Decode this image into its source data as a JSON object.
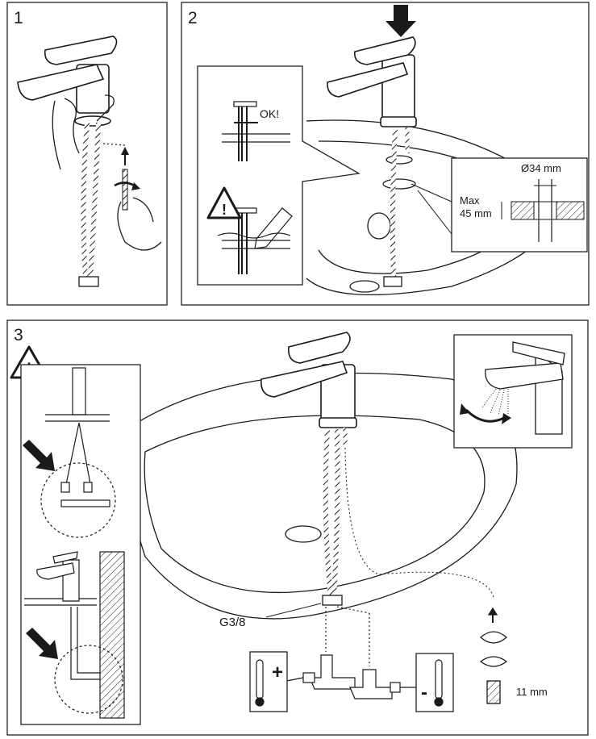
{
  "steps": [
    {
      "number": "1"
    },
    {
      "number": "2",
      "check_label": "OK!",
      "diameter_label": "Ø34 mm",
      "max_label": "Max",
      "thickness_label": "45 mm"
    },
    {
      "number": "3",
      "thread_label": "G3/8",
      "hot_sign": "+",
      "cold_sign": "-",
      "nut_label": "11 mm"
    }
  ],
  "icons": [
    "warning-icon",
    "push-down-arrow-icon",
    "rotate-arrow-icon",
    "thermometer-icon",
    "water-spray-icon"
  ],
  "colors": {
    "line": "#1a1a1a",
    "panel_border": "#222222",
    "background": "#ffffff"
  }
}
